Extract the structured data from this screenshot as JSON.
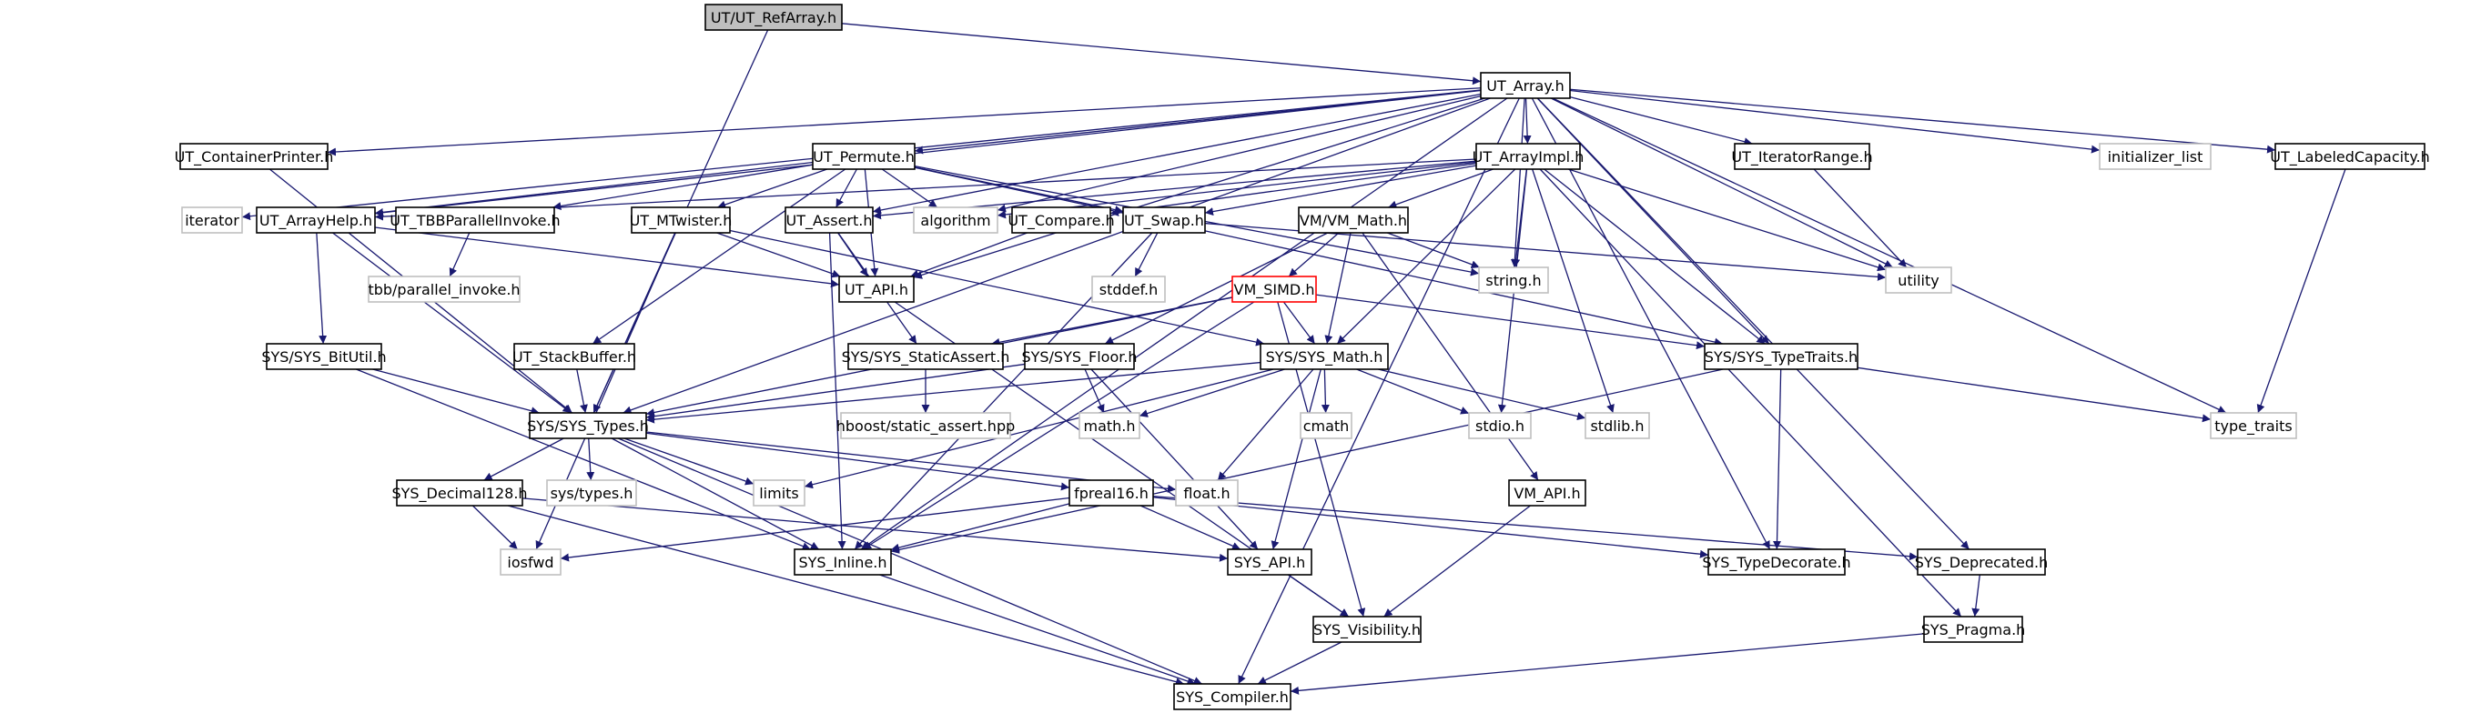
{
  "nodes": [
    {
      "id": "UT_RefArray",
      "label": "UT/UT_RefArray.h",
      "style": "focus"
    },
    {
      "id": "UT_Array",
      "label": "UT_Array.h",
      "style": "normal"
    },
    {
      "id": "UT_ContainerPrinter",
      "label": "UT_ContainerPrinter.h",
      "style": "normal"
    },
    {
      "id": "UT_Permute",
      "label": "UT_Permute.h",
      "style": "normal"
    },
    {
      "id": "UT_ArrayImpl",
      "label": "UT_ArrayImpl.h",
      "style": "normal"
    },
    {
      "id": "UT_IteratorRange",
      "label": "UT_IteratorRange.h",
      "style": "normal"
    },
    {
      "id": "initializer_list",
      "label": "initializer_list",
      "style": "sys"
    },
    {
      "id": "UT_LabeledCapacity",
      "label": "UT_LabeledCapacity.h",
      "style": "normal"
    },
    {
      "id": "iterator",
      "label": "iterator",
      "style": "sys"
    },
    {
      "id": "UT_ArrayHelp",
      "label": "UT_ArrayHelp.h",
      "style": "normal"
    },
    {
      "id": "UT_TBBParallelInvoke",
      "label": "UT_TBBParallelInvoke.h",
      "style": "normal"
    },
    {
      "id": "UT_MTwister",
      "label": "UT_MTwister.h",
      "style": "normal"
    },
    {
      "id": "UT_Assert",
      "label": "UT_Assert.h",
      "style": "normal"
    },
    {
      "id": "algorithm",
      "label": "algorithm",
      "style": "sys"
    },
    {
      "id": "UT_Compare",
      "label": "UT_Compare.h",
      "style": "normal"
    },
    {
      "id": "UT_Swap",
      "label": "UT_Swap.h",
      "style": "normal"
    },
    {
      "id": "VM_Math",
      "label": "VM/VM_Math.h",
      "style": "normal"
    },
    {
      "id": "string_h",
      "label": "string.h",
      "style": "sys"
    },
    {
      "id": "utility",
      "label": "utility",
      "style": "sys"
    },
    {
      "id": "tbb_parallel_invoke",
      "label": "tbb/parallel_invoke.h",
      "style": "sys"
    },
    {
      "id": "UT_API",
      "label": "UT_API.h",
      "style": "normal"
    },
    {
      "id": "stddef_h",
      "label": "stddef.h",
      "style": "sys"
    },
    {
      "id": "VM_SIMD",
      "label": "VM_SIMD.h",
      "style": "warn"
    },
    {
      "id": "SYS_BitUtil",
      "label": "SYS/SYS_BitUtil.h",
      "style": "normal"
    },
    {
      "id": "UT_StackBuffer",
      "label": "UT_StackBuffer.h",
      "style": "normal"
    },
    {
      "id": "SYS_StaticAssert",
      "label": "SYS/SYS_StaticAssert.h",
      "style": "normal"
    },
    {
      "id": "SYS_Floor",
      "label": "SYS/SYS_Floor.h",
      "style": "normal"
    },
    {
      "id": "SYS_Math",
      "label": "SYS/SYS_Math.h",
      "style": "normal"
    },
    {
      "id": "SYS_TypeTraits",
      "label": "SYS/SYS_TypeTraits.h",
      "style": "normal"
    },
    {
      "id": "SYS_Types",
      "label": "SYS/SYS_Types.h",
      "style": "normal"
    },
    {
      "id": "hboost_static_assert",
      "label": "hboost/static_assert.hpp",
      "style": "sys"
    },
    {
      "id": "math_h",
      "label": "math.h",
      "style": "sys"
    },
    {
      "id": "cmath",
      "label": "cmath",
      "style": "sys"
    },
    {
      "id": "stdio_h",
      "label": "stdio.h",
      "style": "sys"
    },
    {
      "id": "stdlib_h",
      "label": "stdlib.h",
      "style": "sys"
    },
    {
      "id": "type_traits",
      "label": "type_traits",
      "style": "sys"
    },
    {
      "id": "SYS_Decimal128",
      "label": "SYS_Decimal128.h",
      "style": "normal"
    },
    {
      "id": "sys_types_h",
      "label": "sys/types.h",
      "style": "sys"
    },
    {
      "id": "limits",
      "label": "limits",
      "style": "sys"
    },
    {
      "id": "fpreal16",
      "label": "fpreal16.h",
      "style": "normal"
    },
    {
      "id": "float_h",
      "label": "float.h",
      "style": "sys"
    },
    {
      "id": "VM_API",
      "label": "VM_API.h",
      "style": "normal"
    },
    {
      "id": "iosfwd",
      "label": "iosfwd",
      "style": "sys"
    },
    {
      "id": "SYS_Inline",
      "label": "SYS_Inline.h",
      "style": "normal"
    },
    {
      "id": "SYS_API",
      "label": "SYS_API.h",
      "style": "normal"
    },
    {
      "id": "SYS_TypeDecorate",
      "label": "SYS_TypeDecorate.h",
      "style": "normal"
    },
    {
      "id": "SYS_Deprecated",
      "label": "SYS_Deprecated.h",
      "style": "normal"
    },
    {
      "id": "SYS_Visibility",
      "label": "SYS_Visibility.h",
      "style": "normal"
    },
    {
      "id": "SYS_Pragma",
      "label": "SYS_Pragma.h",
      "style": "normal"
    },
    {
      "id": "SYS_Compiler",
      "label": "SYS_Compiler.h",
      "style": "normal"
    }
  ],
  "edges": [
    [
      "UT_RefArray",
      "UT_Array"
    ],
    [
      "UT_RefArray",
      "SYS_Types"
    ],
    [
      "UT_Array",
      "UT_ContainerPrinter"
    ],
    [
      "UT_Array",
      "UT_Permute"
    ],
    [
      "UT_Array",
      "UT_ArrayImpl"
    ],
    [
      "UT_Array",
      "UT_IteratorRange"
    ],
    [
      "UT_Array",
      "initializer_list"
    ],
    [
      "UT_Array",
      "UT_LabeledCapacity"
    ],
    [
      "UT_Array",
      "iterator"
    ],
    [
      "UT_Array",
      "UT_ArrayHelp"
    ],
    [
      "UT_Array",
      "UT_Assert"
    ],
    [
      "UT_Array",
      "algorithm"
    ],
    [
      "UT_Array",
      "UT_API"
    ],
    [
      "UT_Array",
      "string_h"
    ],
    [
      "UT_Array",
      "utility"
    ],
    [
      "UT_Array",
      "SYS_TypeTraits"
    ],
    [
      "UT_Array",
      "SYS_Types"
    ],
    [
      "UT_Array",
      "type_traits"
    ],
    [
      "UT_Array",
      "SYS_Inline"
    ],
    [
      "UT_Array",
      "SYS_TypeDecorate"
    ],
    [
      "UT_Array",
      "SYS_Deprecated"
    ],
    [
      "UT_Array",
      "SYS_Compiler"
    ],
    [
      "UT_ContainerPrinter",
      "SYS_Types"
    ],
    [
      "UT_Permute",
      "UT_ArrayHelp"
    ],
    [
      "UT_Permute",
      "UT_TBBParallelInvoke"
    ],
    [
      "UT_Permute",
      "UT_MTwister"
    ],
    [
      "UT_Permute",
      "UT_Assert"
    ],
    [
      "UT_Permute",
      "algorithm"
    ],
    [
      "UT_Permute",
      "UT_Swap"
    ],
    [
      "UT_Permute",
      "string_h"
    ],
    [
      "UT_Permute",
      "UT_API"
    ],
    [
      "UT_Permute",
      "UT_StackBuffer"
    ],
    [
      "UT_Permute",
      "SYS_TypeTraits"
    ],
    [
      "UT_ArrayImpl",
      "UT_ArrayHelp"
    ],
    [
      "UT_ArrayImpl",
      "UT_Assert"
    ],
    [
      "UT_ArrayImpl",
      "algorithm"
    ],
    [
      "UT_ArrayImpl",
      "UT_Compare"
    ],
    [
      "UT_ArrayImpl",
      "UT_Swap"
    ],
    [
      "UT_ArrayImpl",
      "VM_Math"
    ],
    [
      "UT_ArrayImpl",
      "string_h"
    ],
    [
      "UT_ArrayImpl",
      "utility"
    ],
    [
      "UT_ArrayImpl",
      "SYS_Math"
    ],
    [
      "UT_ArrayImpl",
      "SYS_TypeTraits"
    ],
    [
      "UT_ArrayImpl",
      "stdio_h"
    ],
    [
      "UT_ArrayImpl",
      "stdlib_h"
    ],
    [
      "UT_ArrayImpl",
      "SYS_Pragma"
    ],
    [
      "UT_IteratorRange",
      "utility"
    ],
    [
      "UT_LabeledCapacity",
      "type_traits"
    ],
    [
      "UT_ArrayHelp",
      "UT_API"
    ],
    [
      "UT_ArrayHelp",
      "SYS_BitUtil"
    ],
    [
      "UT_ArrayHelp",
      "SYS_Types"
    ],
    [
      "UT_TBBParallelInvoke",
      "tbb_parallel_invoke"
    ],
    [
      "UT_MTwister",
      "UT_API"
    ],
    [
      "UT_MTwister",
      "SYS_Math"
    ],
    [
      "UT_MTwister",
      "SYS_Types"
    ],
    [
      "UT_MTwister",
      "iosfwd"
    ],
    [
      "UT_Assert",
      "UT_API"
    ],
    [
      "UT_Assert",
      "SYS_StaticAssert"
    ],
    [
      "UT_Assert",
      "SYS_Inline"
    ],
    [
      "UT_Compare",
      "UT_API"
    ],
    [
      "UT_Swap",
      "stddef_h"
    ],
    [
      "UT_Swap",
      "utility"
    ],
    [
      "UT_Swap",
      "SYS_Inline"
    ],
    [
      "VM_Math",
      "VM_SIMD"
    ],
    [
      "VM_Math",
      "SYS_Floor"
    ],
    [
      "VM_Math",
      "SYS_Math"
    ],
    [
      "VM_Math",
      "string_h"
    ],
    [
      "VM_Math",
      "VM_API"
    ],
    [
      "UT_API",
      "SYS_Visibility"
    ],
    [
      "VM_SIMD",
      "SYS_Types"
    ],
    [
      "VM_SIMD",
      "SYS_StaticAssert"
    ],
    [
      "VM_SIMD",
      "SYS_Math"
    ],
    [
      "VM_SIMD",
      "SYS_TypeTraits"
    ],
    [
      "VM_SIMD",
      "SYS_Inline"
    ],
    [
      "VM_SIMD",
      "SYS_Visibility"
    ],
    [
      "SYS_BitUtil",
      "SYS_Types"
    ],
    [
      "SYS_BitUtil",
      "SYS_Inline"
    ],
    [
      "UT_StackBuffer",
      "SYS_Types"
    ],
    [
      "SYS_StaticAssert",
      "hboost_static_assert"
    ],
    [
      "SYS_Floor",
      "SYS_Types"
    ],
    [
      "SYS_Floor",
      "math_h"
    ],
    [
      "SYS_Floor",
      "SYS_API"
    ],
    [
      "SYS_Math",
      "SYS_Types"
    ],
    [
      "SYS_Math",
      "math_h"
    ],
    [
      "SYS_Math",
      "cmath"
    ],
    [
      "SYS_Math",
      "stdio_h"
    ],
    [
      "SYS_Math",
      "stdlib_h"
    ],
    [
      "SYS_Math",
      "limits"
    ],
    [
      "SYS_Math",
      "float_h"
    ],
    [
      "SYS_Math",
      "SYS_API"
    ],
    [
      "SYS_TypeTraits",
      "type_traits"
    ],
    [
      "SYS_TypeTraits",
      "SYS_TypeDecorate"
    ],
    [
      "SYS_TypeTraits",
      "SYS_Inline"
    ],
    [
      "SYS_Types",
      "SYS_Decimal128"
    ],
    [
      "SYS_Types",
      "sys_types_h"
    ],
    [
      "SYS_Types",
      "limits"
    ],
    [
      "SYS_Types",
      "fpreal16"
    ],
    [
      "SYS_Types",
      "float_h"
    ],
    [
      "SYS_Types",
      "SYS_Inline"
    ],
    [
      "SYS_Types",
      "SYS_Compiler"
    ],
    [
      "SYS_Decimal128",
      "iosfwd"
    ],
    [
      "SYS_Decimal128",
      "SYS_API"
    ],
    [
      "SYS_Decimal128",
      "SYS_Compiler"
    ],
    [
      "fpreal16",
      "iosfwd"
    ],
    [
      "fpreal16",
      "SYS_Inline"
    ],
    [
      "fpreal16",
      "SYS_API"
    ],
    [
      "fpreal16",
      "SYS_TypeDecorate"
    ],
    [
      "fpreal16",
      "SYS_Deprecated"
    ],
    [
      "VM_API",
      "SYS_Visibility"
    ],
    [
      "SYS_Inline",
      "SYS_Compiler"
    ],
    [
      "SYS_API",
      "SYS_Visibility"
    ],
    [
      "SYS_Deprecated",
      "SYS_Pragma"
    ],
    [
      "SYS_Visibility",
      "SYS_Compiler"
    ],
    [
      "SYS_Pragma",
      "SYS_Compiler"
    ]
  ]
}
